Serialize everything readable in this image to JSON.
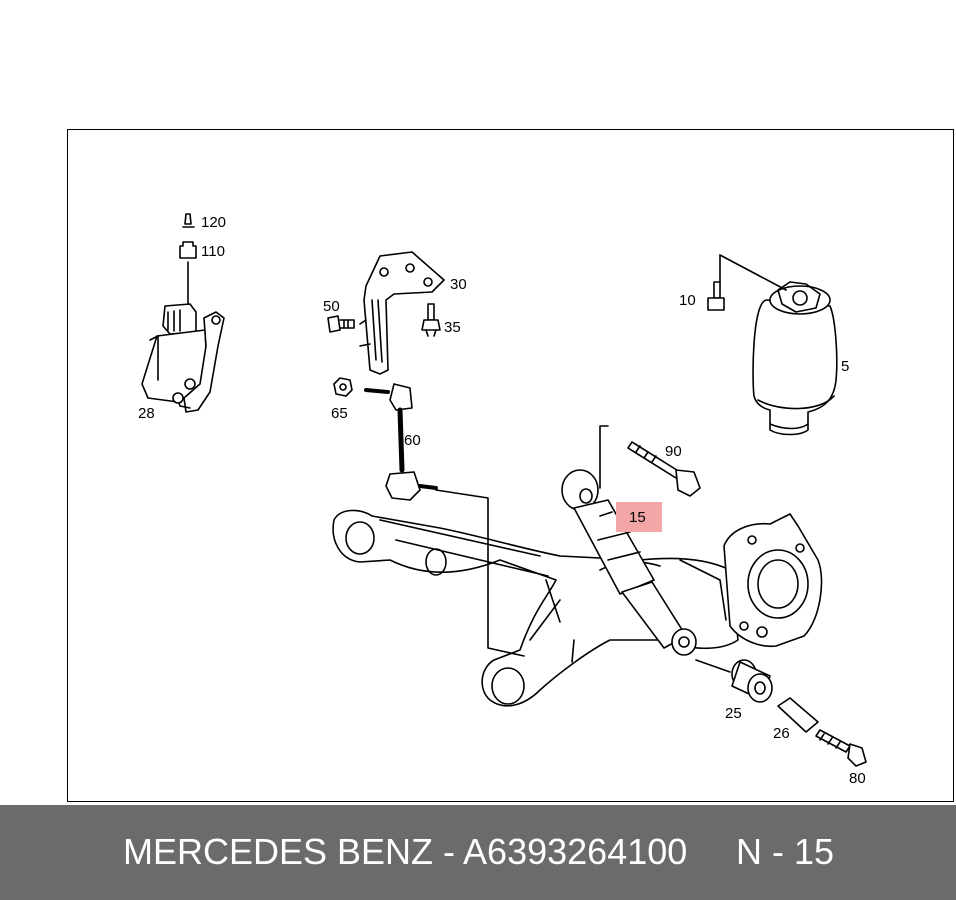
{
  "colors": {
    "background": "#ffffff",
    "line": "#000000",
    "highlight": "#f4a6a6",
    "footer": "#6b6b6b",
    "footer_text": "#ffffff"
  },
  "callouts": [
    {
      "id": "120",
      "label": "120",
      "icon": "connector-pin-icon"
    },
    {
      "id": "110",
      "label": "110",
      "icon": "connector-plug-icon"
    },
    {
      "id": "30",
      "label": "30"
    },
    {
      "id": "50",
      "label": "50"
    },
    {
      "id": "35",
      "label": "35"
    },
    {
      "id": "10",
      "label": "10"
    },
    {
      "id": "5",
      "label": "5"
    },
    {
      "id": "28",
      "label": "28"
    },
    {
      "id": "65",
      "label": "65"
    },
    {
      "id": "60",
      "label": "60"
    },
    {
      "id": "90",
      "label": "90"
    },
    {
      "id": "15",
      "label": "15",
      "highlighted": true
    },
    {
      "id": "25",
      "label": "25"
    },
    {
      "id": "26",
      "label": "26"
    },
    {
      "id": "80",
      "label": "80"
    }
  ],
  "footer": {
    "part_text": "MERCEDES BENZ - A6393264100",
    "position_text": "N - 15"
  }
}
